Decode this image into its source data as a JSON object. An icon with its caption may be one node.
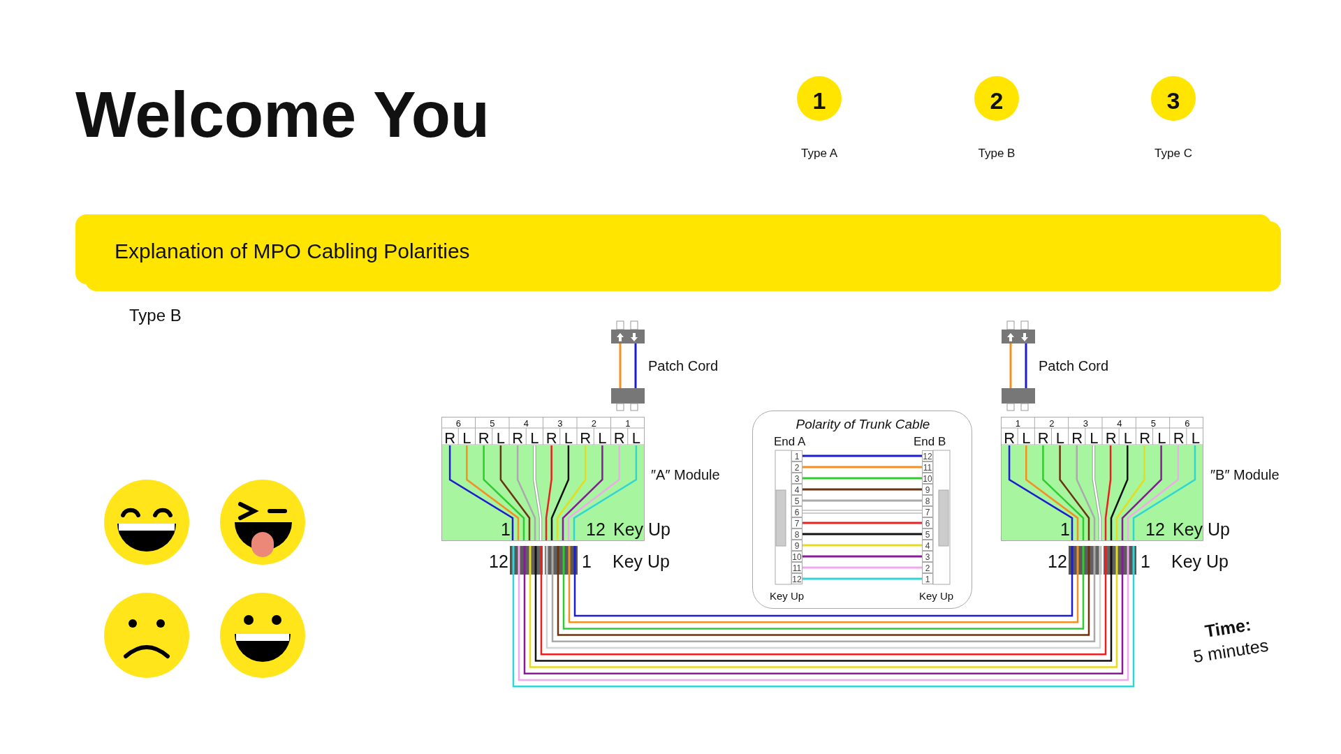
{
  "diagram": {
    "title": "Welcome You",
    "nodes": [
      {
        "text": [
          "1"
        ],
        "beside": [
          "Type A"
        ]
      },
      {
        "text": [
          "2"
        ],
        "beside": [
          "Type B"
        ]
      },
      {
        "text": [
          "3"
        ],
        "beside": [
          "Type C"
        ]
      },
      {
        "text": [
          "Explanation of MPO Cabling Polarities"
        ]
      },
      {
        "text": [],
        "shape": "picture",
        "beside": [
          "Patch Cord"
        ]
      },
      {
        "text": [
          "1",
          "12",
          "Key Up"
        ],
        "beside": [
          "″A″ Module"
        ]
      },
      {
        "text": [],
        "shape": "bar",
        "beside": [
          "12",
          "1",
          "Key Up"
        ]
      },
      {
        "text": [
          "Polarity of Trunk Cable",
          "End A",
          "End B",
          "Key Up",
          "Key Up"
        ]
      },
      {
        "text": [],
        "shape": "picture",
        "beside": [
          "Patch Cord"
        ]
      },
      {
        "text": [
          "1",
          "12",
          "Key Up"
        ],
        "beside": [
          "″B″ Module"
        ]
      },
      {
        "text": [],
        "shape": "bar",
        "beside": [
          "12",
          "1",
          "Key Up"
        ]
      }
    ],
    "edges": [
      {
        "from": 6,
        "to": 10,
        "arrow": "none",
        "color": "#1c1cd0"
      },
      {
        "from": 6,
        "to": 10,
        "arrow": "none",
        "color": "#f39020"
      },
      {
        "from": 6,
        "to": 10,
        "arrow": "none",
        "color": "#2ecc2e"
      },
      {
        "from": 6,
        "to": 10,
        "arrow": "none",
        "color": "#6b3310"
      },
      {
        "from": 6,
        "to": 10,
        "arrow": "none",
        "color": "#aaaaaa"
      },
      {
        "from": 6,
        "to": 10,
        "arrow": "none",
        "color": "#d4d4d4"
      },
      {
        "from": 6,
        "to": 10,
        "arrow": "none",
        "color": "#e82020"
      },
      {
        "from": 6,
        "to": 10,
        "arrow": "none",
        "color": "#111111"
      },
      {
        "from": 6,
        "to": 10,
        "arrow": "none",
        "color": "#e6dc1e"
      },
      {
        "from": 6,
        "to": 10,
        "arrow": "none",
        "color": "#8a1a9a"
      },
      {
        "from": 6,
        "to": 10,
        "arrow": "none",
        "color": "#f2a8ee"
      },
      {
        "from": 6,
        "to": 10,
        "arrow": "none",
        "color": "#30d6d6"
      }
    ],
    "labels": [
      "Type B",
      "6",
      "5",
      "4",
      "3",
      "2",
      "1",
      "R",
      "L",
      "R",
      "L",
      "R",
      "L",
      "R",
      "L",
      "R",
      "L",
      "R",
      "L",
      "1",
      "12",
      "2",
      "11",
      "3",
      "10",
      "4",
      "9",
      "5",
      "8",
      "6",
      "7",
      "7",
      "6",
      "8",
      "5",
      "9",
      "4",
      "10",
      "3",
      "11",
      "2",
      "12",
      "1",
      "1",
      "2",
      "3",
      "4",
      "5",
      "6",
      "R",
      "L",
      "R",
      "L",
      "R",
      "L",
      "R",
      "L",
      "R",
      "L",
      "R",
      "L",
      "Time:",
      "5 minutes"
    ]
  }
}
